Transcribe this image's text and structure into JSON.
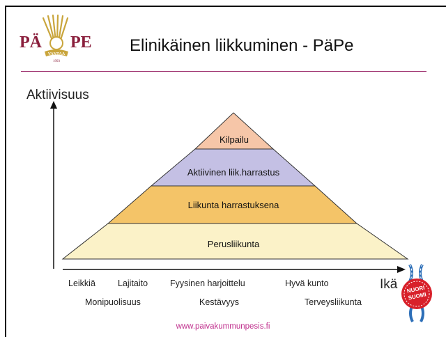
{
  "header": {
    "logo_text": "PÄ PE",
    "logo_subtext": "VANTAA",
    "logo_year": "1993",
    "title": "Elinikäinen liikkuminen - PäPe"
  },
  "diagram": {
    "y_axis_label": "Aktiivisuus",
    "x_axis_label": "Ikä",
    "levels": [
      {
        "label": "Kilpailu",
        "color": "#f6c6a8"
      },
      {
        "label": "Aktiivinen liik.harrastus",
        "color": "#c4c0e4"
      },
      {
        "label": "Liikunta harrastuksena",
        "color": "#f4c468"
      },
      {
        "label": "Perusliikunta",
        "color": "#fbf2c8"
      }
    ],
    "x_ticks_row1": [
      "Leikkiä",
      "Lajitaito",
      "Fyysinen harjoittelu",
      "Hyvä kunto"
    ],
    "x_ticks_row2": [
      "Monipuolisuus",
      "Kestävyys",
      "Terveysliikunta"
    ]
  },
  "badge": {
    "text_line1": "NUORI",
    "text_line2": "SUOMI"
  },
  "footer": {
    "url": "www.paivakummunpesis.fi"
  },
  "colors": {
    "accent_rule": "#9c2d6d",
    "footer_link": "#c0318e",
    "logo_gold": "#c9a53c",
    "logo_maroon": "#8a1f3c",
    "badge_red": "#d8202a"
  }
}
